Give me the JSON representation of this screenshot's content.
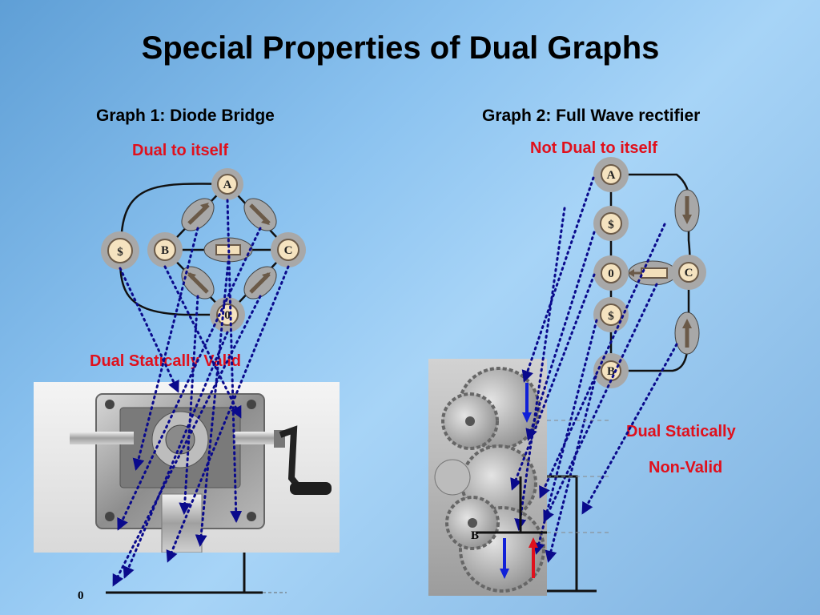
{
  "slide": {
    "title": "Special Properties of Dual Graphs"
  },
  "graph1": {
    "heading": "Graph 1: Diode Bridge",
    "dual_status": "Dual to itself",
    "validity": "Dual Statically Valid",
    "nodes": {
      "a": "A",
      "b": "B",
      "c": "C",
      "d": "0",
      "source": "$"
    }
  },
  "graph2": {
    "heading": "Graph 2: Full Wave rectifier",
    "dual_status": "Not Dual to itself",
    "validity_line1": "Dual Statically",
    "validity_line2": "Non-Valid",
    "nodes": {
      "a": "A",
      "source1": "$",
      "zero": "0",
      "source2": "$",
      "b": "B",
      "c": "C"
    }
  },
  "photos": {
    "gearbox_label": "0",
    "gear_label": "B"
  },
  "colors": {
    "title": "#000000",
    "accent_red": "#e0101c",
    "dotted_lines": "#0a0a8c",
    "node_fill": "#f5e3c0",
    "arrow_fill": "#6b5a48"
  }
}
